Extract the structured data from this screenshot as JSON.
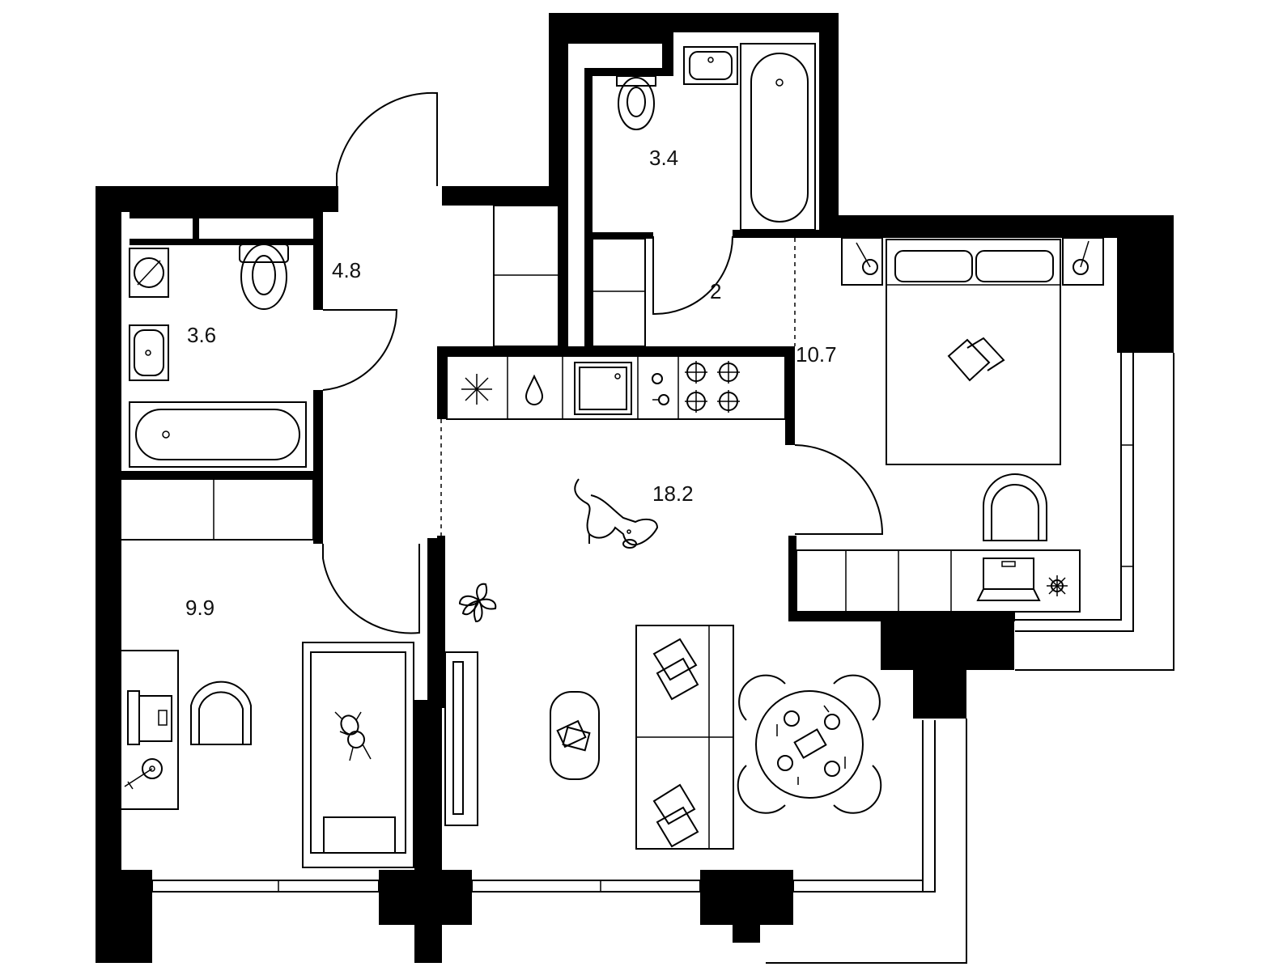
{
  "rooms": [
    {
      "id": "bathroom-2",
      "area": "3.4"
    },
    {
      "id": "hall",
      "area": "4.8"
    },
    {
      "id": "bathroom-1",
      "area": "3.6"
    },
    {
      "id": "closet",
      "area": "2"
    },
    {
      "id": "bedroom",
      "area": "10.7"
    },
    {
      "id": "living-kitchen",
      "area": "18.2"
    },
    {
      "id": "kids-room",
      "area": "9.9"
    }
  ],
  "colors": {
    "wall": "#000000",
    "line": "#000000",
    "background": "#ffffff"
  },
  "icons": [
    "washing-machine-icon",
    "toilet-icon",
    "sink-icon",
    "bathtub-icon",
    "fridge-icon",
    "water-drop-icon",
    "stove-icon",
    "double-bed-icon",
    "dog-icon",
    "plant-icon",
    "sofa-icon",
    "coffee-table-icon",
    "dining-table-icon",
    "desk-icon",
    "laptop-icon",
    "chair-icon",
    "teddy-bear-icon",
    "tv-stand-icon"
  ]
}
